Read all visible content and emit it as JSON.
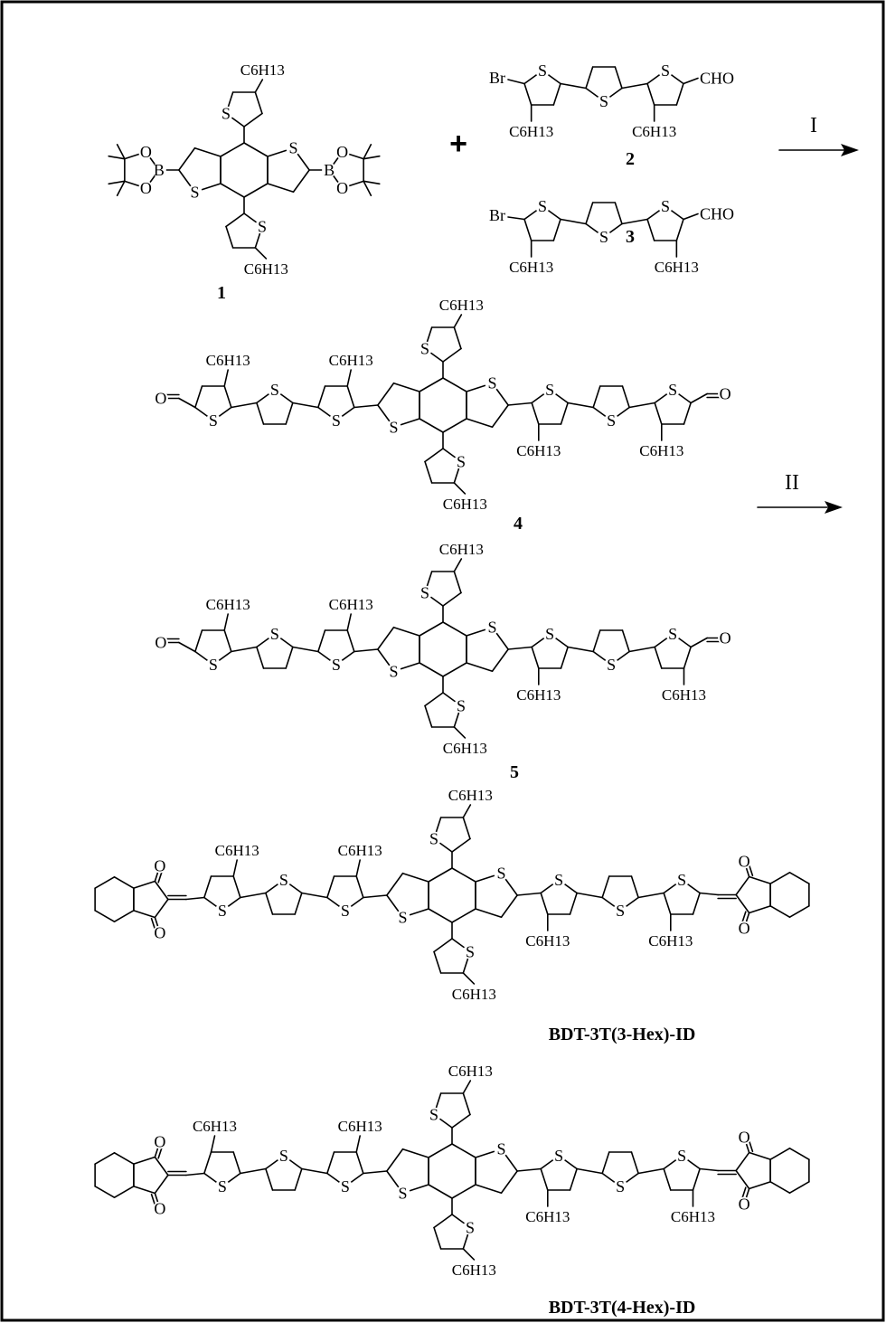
{
  "labels": {
    "hexyl": "C6H13",
    "S": "S",
    "O": "O",
    "B": "B",
    "Br": "Br",
    "CHO": "CHO",
    "plus": "+"
  },
  "compounds": {
    "c1": "1",
    "c2": "2",
    "c3": "3",
    "c4": "4",
    "c5": "5"
  },
  "steps": {
    "I": "I",
    "II": "II"
  },
  "products": {
    "p1": "BDT-3T(3-Hex)-ID",
    "p2": "BDT-3T(4-Hex)-ID"
  }
}
